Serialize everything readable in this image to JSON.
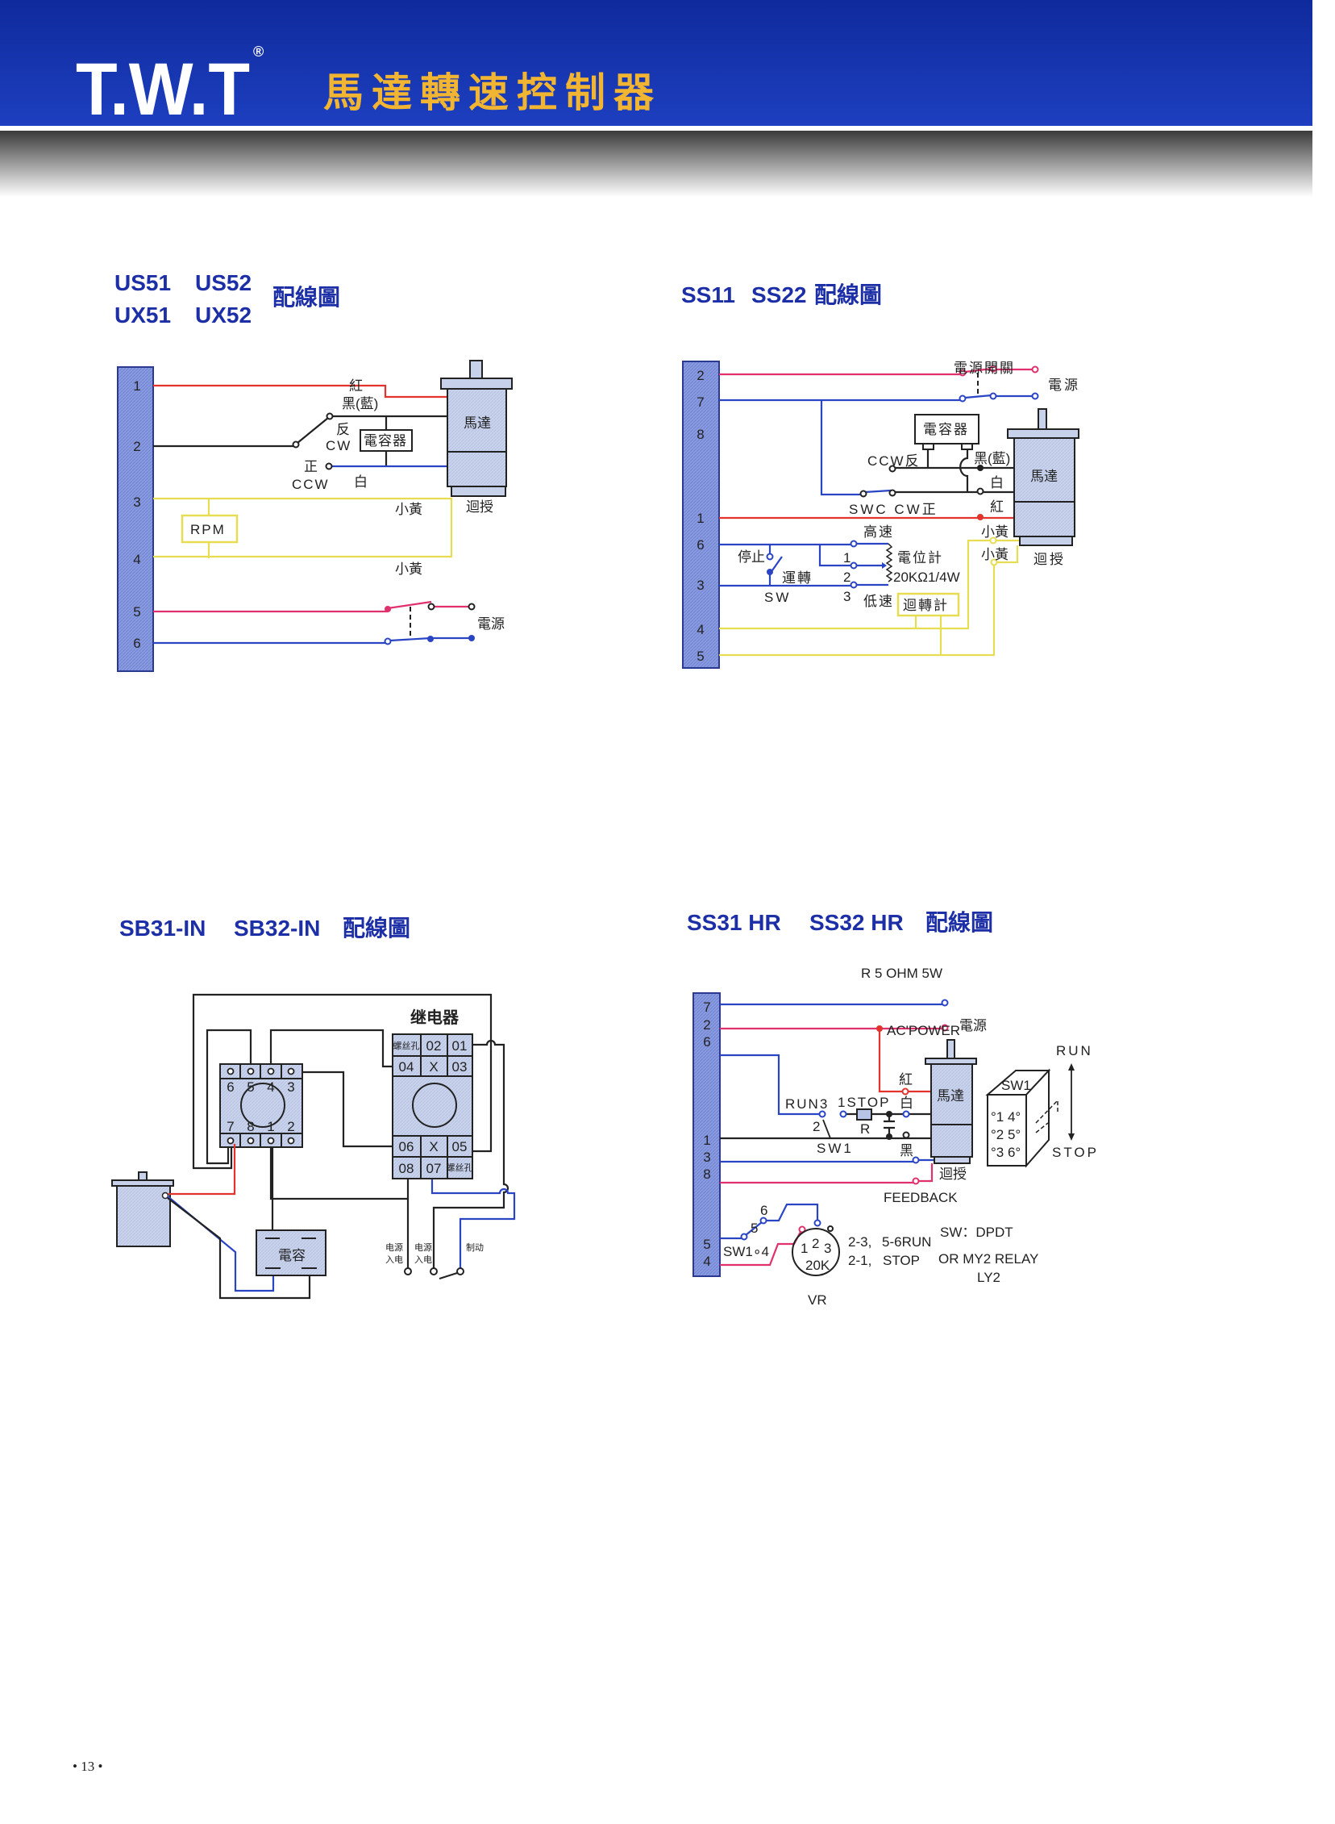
{
  "header": {
    "logo": "T.W.T",
    "registered_mark": "®",
    "title": "馬達轉速控制器",
    "colors": {
      "band": "#1634b0",
      "title": "#f2b531"
    }
  },
  "diagram1": {
    "title_line1": [
      "US51",
      "US52"
    ],
    "title_line2": [
      "UX51",
      "UX52"
    ],
    "title_suffix": "配線圖",
    "terminals": [
      "1",
      "2",
      "3",
      "4",
      "5",
      "6"
    ],
    "labels": {
      "red": "紅",
      "black_blue": "黑(藍)",
      "reverse": "反",
      "cw": "CW",
      "capacitor": "電容器",
      "forward": "正",
      "ccw": "CCW",
      "white": "白",
      "motor": "馬達",
      "feedback": "迴授",
      "yellow_top": "小黃",
      "yellow_bottom": "小黃",
      "rpm": "RPM",
      "power": "電源"
    }
  },
  "diagram2": {
    "title": [
      "SS11",
      "SS22"
    ],
    "title_suffix": "配線圖",
    "terminals": [
      "2",
      "7",
      "8",
      "1",
      "6",
      "3",
      "4",
      "5"
    ],
    "labels": {
      "power_switch": "電源開關",
      "power": "電源",
      "capacitor": "電容器",
      "ccw_reverse": "CCW反",
      "black_blue": "黑(藍)",
      "white": "白",
      "red": "紅",
      "swc_cw_forward": "SWC CW正",
      "motor": "馬達",
      "yellow_1": "小黃",
      "yellow_2": "小黃",
      "feedback": "迴授",
      "high_speed": "高速",
      "low_speed": "低速",
      "stop": "停止",
      "run": "運轉",
      "sw": "SW",
      "pot": "電位計",
      "pot_value": "20KΩ1/4W",
      "pin1": "1",
      "pin2": "2",
      "pin3": "3",
      "tachometer": "迴轉計"
    }
  },
  "diagram3": {
    "title": [
      "SB31-IN",
      "SB32-IN"
    ],
    "title_suffix": "配線圖",
    "relay_title": "继电器",
    "socket_top": [
      "6",
      "5",
      "4",
      "3"
    ],
    "socket_bottom": [
      "7",
      "8",
      "1",
      "2"
    ],
    "relay_rows": [
      [
        "螺丝孔",
        "02",
        "01"
      ],
      [
        "04",
        "X",
        "03"
      ],
      [
        "06",
        "X",
        "05"
      ],
      [
        "08",
        "07",
        "螺丝孔"
      ]
    ],
    "labels": {
      "capacitor": "電容",
      "power_in_1": [
        "电源",
        "入电"
      ],
      "power_in_2": [
        "电源",
        "入电"
      ],
      "brake": "制动"
    }
  },
  "diagram4": {
    "title": [
      "SS31 HR",
      "SS32 HR"
    ],
    "title_suffix": "配線圖",
    "terminals": [
      "7",
      "2",
      "6",
      "1",
      "3",
      "8",
      "5",
      "4"
    ],
    "labels": {
      "resistor_spec": "R 5 OHM 5W",
      "ac_power": "AC'POWER",
      "power": "電源",
      "red": "紅",
      "white": "白",
      "black": "黑",
      "run3": "RUN3",
      "stop1": "1STOP",
      "r": "R",
      "two": "2",
      "sw1": "SW1",
      "motor": "馬達",
      "feedback_cn": "迴授",
      "feedback": "FEEDBACK",
      "sw1_box": "SW1",
      "sw1_row1": "°1 4°",
      "sw1_row2": "°2 5°",
      "sw1_row3": "°3 6°",
      "run": "RUN",
      "stop": "STOP",
      "five": "5",
      "six": "6",
      "sw1_4": "SW1∘4",
      "vr_1": "1",
      "vr_2": "2",
      "vr_3": "3",
      "vr_value": "20K",
      "vr": "VR",
      "note_23": "2-3,",
      "note_56run": "5-6RUN",
      "note_21": "2-1,",
      "note_stop": "STOP",
      "sw_dpdt": "SW：DPDT",
      "relay": "OR MY2 RELAY",
      "ly2": "LY2"
    }
  },
  "footer": {
    "page_number": "• 13 •"
  }
}
